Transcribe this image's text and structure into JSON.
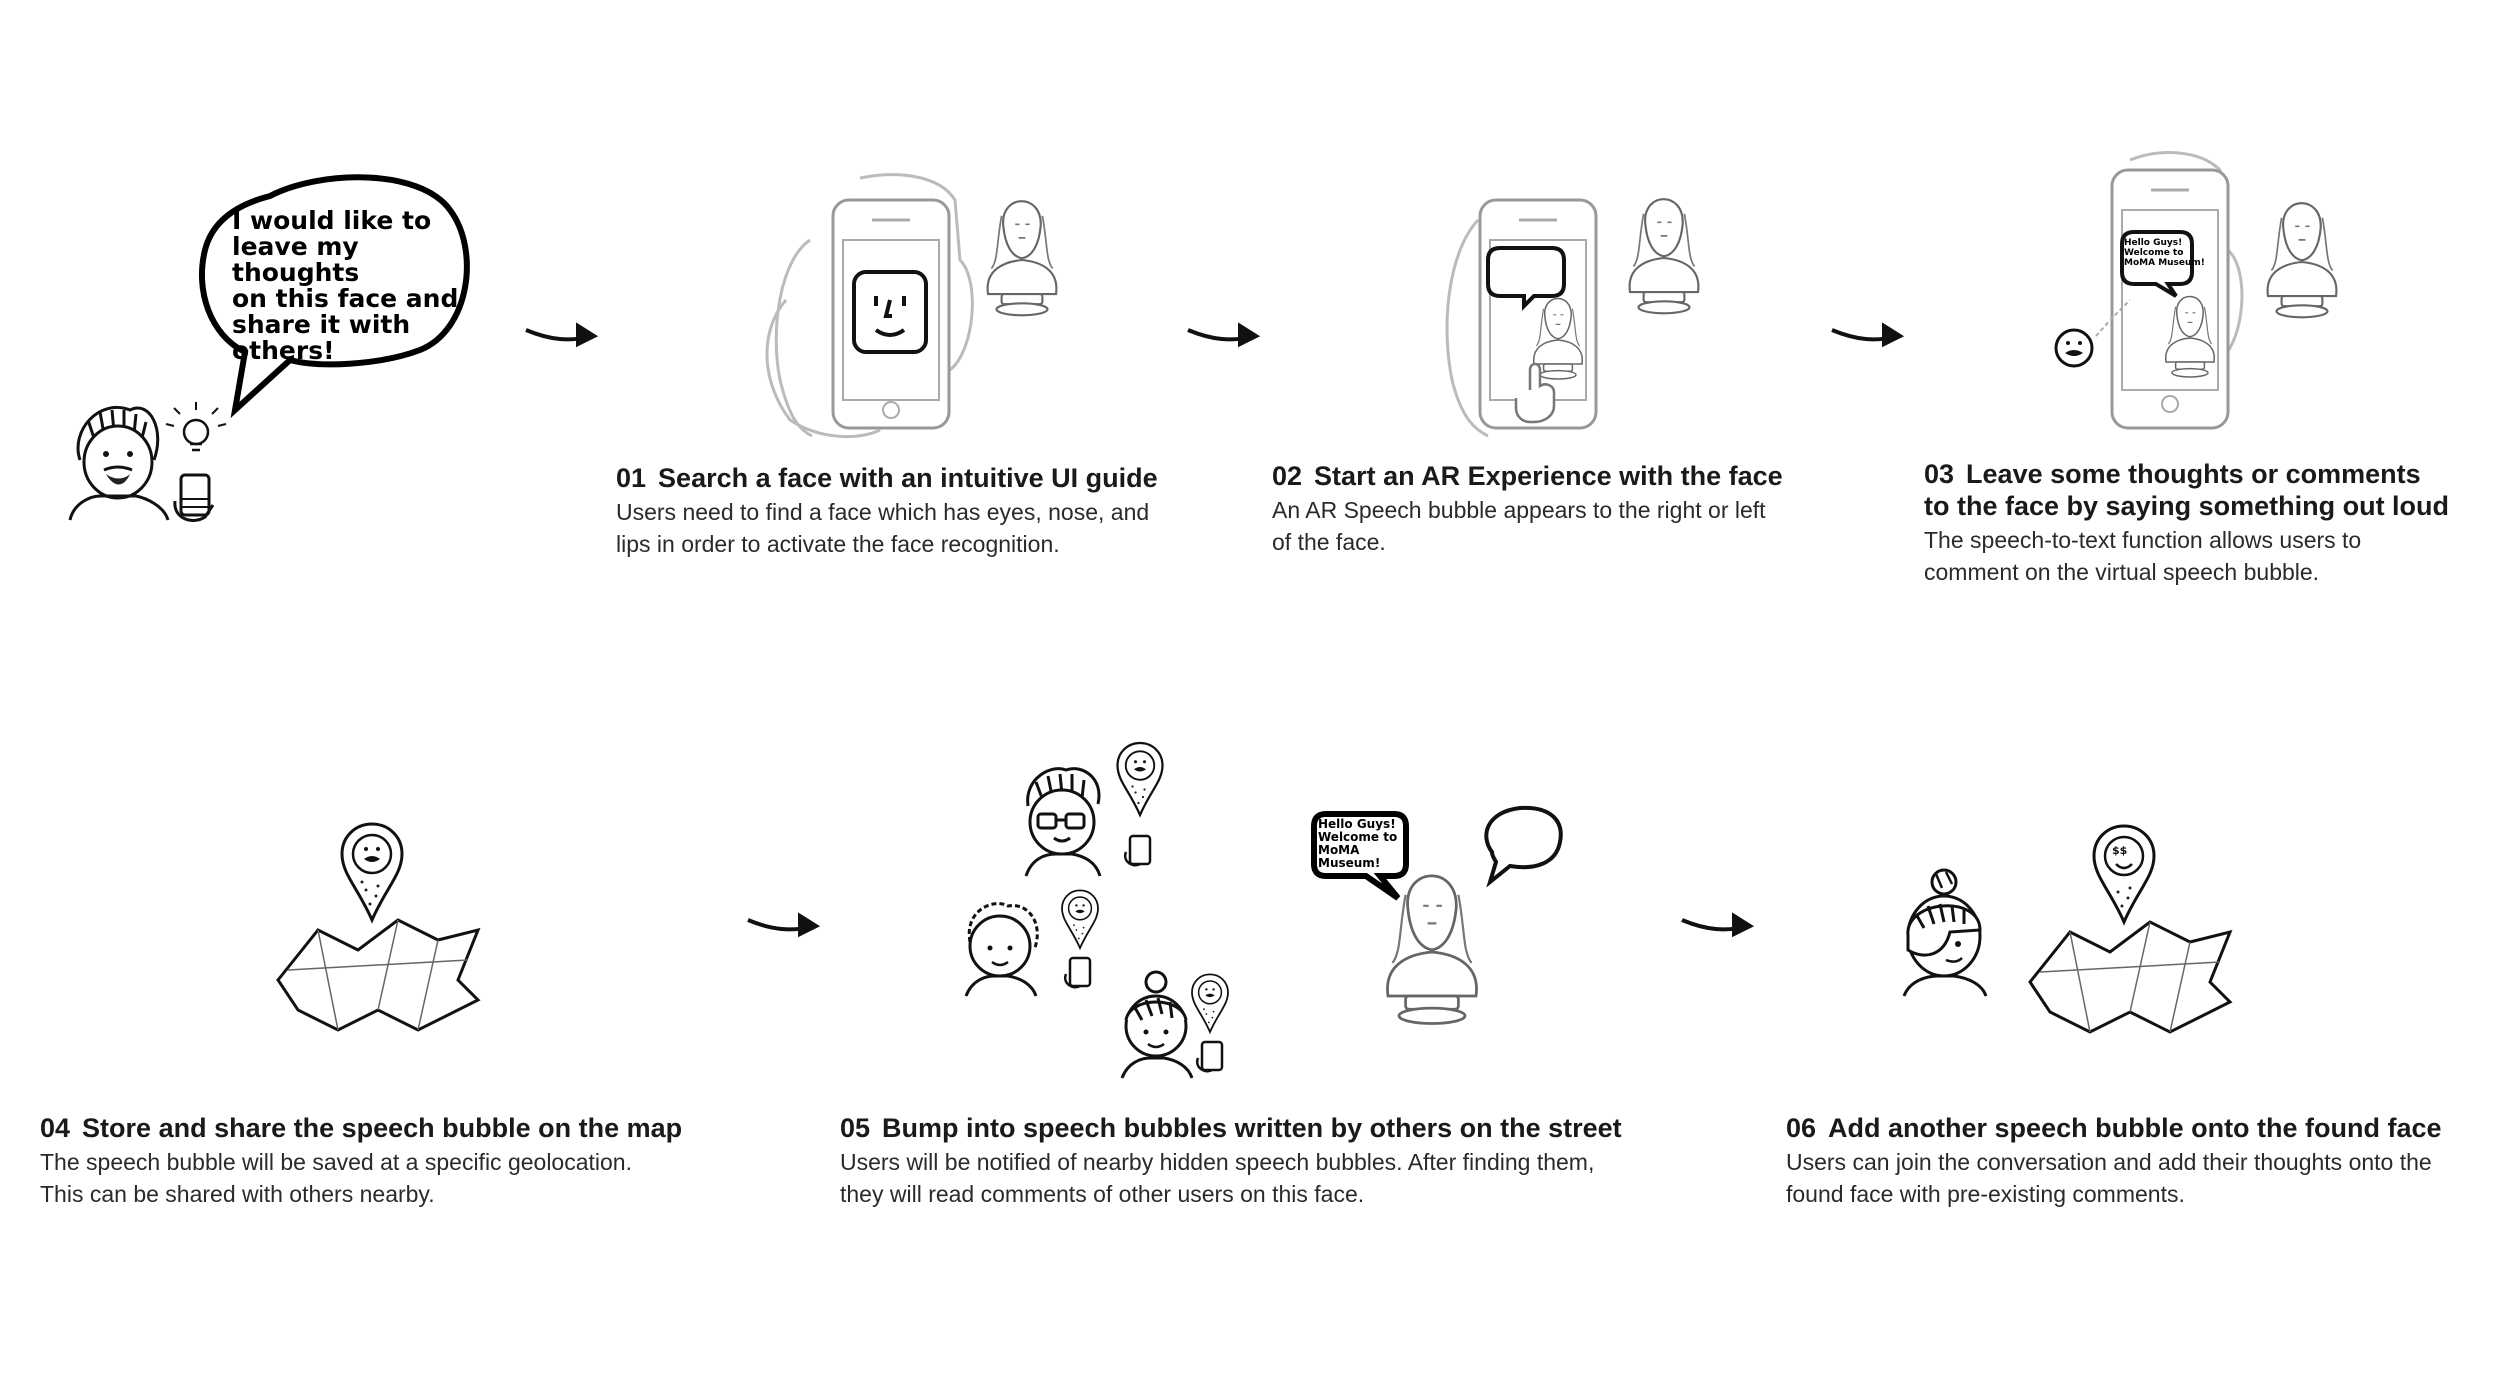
{
  "intro": {
    "speech_text": " I would like to\nleave my thoughts\non this face and\nshare it with\nothers!"
  },
  "steps": [
    {
      "number": "01",
      "title": "Search a face with an intuitive UI guide",
      "description": "Users need to find a face which has eyes, nose, and\nlips in order to activate the face recognition."
    },
    {
      "number": "02",
      "title": "Start an AR Experience with the face",
      "description": "An AR Speech bubble appears to the right or left\nof the face."
    },
    {
      "number": "03",
      "title": "Leave some thoughts or comments\nto the face by saying something out loud",
      "description": "The speech-to-text function allows users to\ncomment on the virtual speech bubble."
    },
    {
      "number": "04",
      "title": "Store and share the speech bubble on the map",
      "description": "The speech bubble will be saved at a specific geolocation.\nThis can be shared with others nearby."
    },
    {
      "number": "05",
      "title": "Bump into speech bubbles written by others on the street",
      "description": "Users will be notified of nearby hidden speech bubbles. After finding them,\nthey will read comments of other users on this face."
    },
    {
      "number": "06",
      "title": "Add another speech bubble onto the found face",
      "description": "Users can join the conversation and add their thoughts onto the\nfound face with pre-existing comments."
    }
  ],
  "bubble_messages": {
    "phone_bubble": "Hello Guys!\nWelcome to\nMoMA Museum!",
    "street_bubble": "Hello Guys!\nWelcome to\nMoMA\nMuseum!"
  }
}
